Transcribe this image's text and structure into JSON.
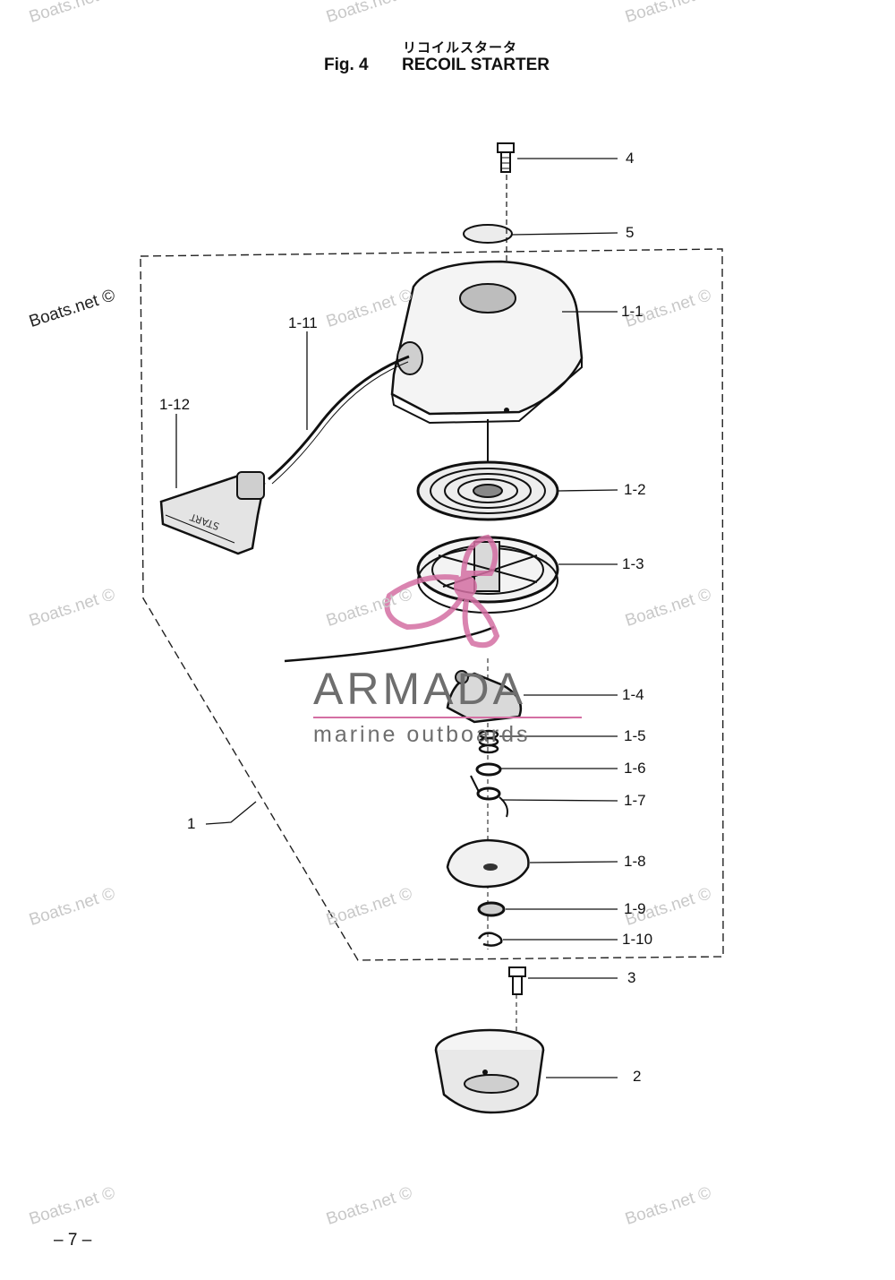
{
  "header": {
    "title_jp": "リコイルスタータ",
    "fig_no": "Fig. 4",
    "title_en": "RECOIL STARTER"
  },
  "watermarks": {
    "text": "Boats.net ©",
    "top_left_fragment": "Boats.net",
    "top_mid_fragment": "Boats.net",
    "top_right_fragment": "Boats.net"
  },
  "brand": {
    "name": "ARMADA",
    "tagline": "marine outboards",
    "accent_color": "#d46fa3"
  },
  "callouts": [
    "4",
    "5",
    "1-1",
    "1-11",
    "1-12",
    "1-2",
    "1-3",
    "1-4",
    "1-5",
    "1-6",
    "1-7",
    "1-8",
    "1-9",
    "1-10",
    "1",
    "3",
    "2"
  ],
  "handle_text": "START",
  "page_number": "– 7 –"
}
